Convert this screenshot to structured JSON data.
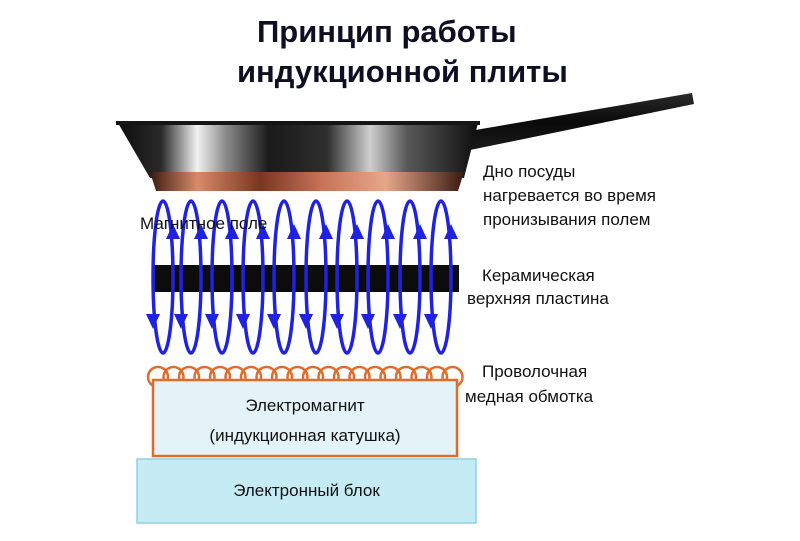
{
  "title": {
    "line1": "Принцип работы",
    "line2": "индукционной плиты"
  },
  "labels": {
    "pan_bottom": [
      "Дно посуды",
      "нагревается во время",
      "пронизывания полем"
    ],
    "magnetic_field": "Магнитное поле",
    "ceramic_plate": [
      "Керамическая",
      "верхняя пластина"
    ],
    "copper_winding": [
      "Проволочная",
      "медная обмотка"
    ],
    "electromagnet": [
      "Электромагнит",
      "(индукционная катушка)"
    ],
    "electronic_unit": "Электронный блок"
  },
  "colors": {
    "field_arrows": "#1f22e0",
    "copper": "#e06c2c",
    "electromagnet_fill": "#e4f3f8",
    "electronic_fill": "#c5ecf4",
    "ceramic_plate": "#0c0c0c",
    "pan_body": "#111111",
    "pan_base": "#b55c3a",
    "title": "#0f0f24"
  }
}
